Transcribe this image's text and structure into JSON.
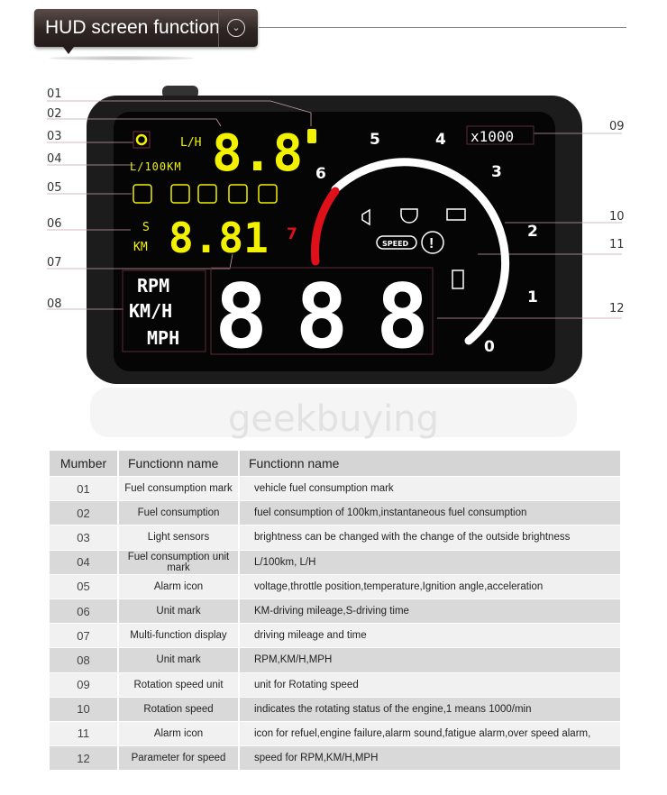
{
  "header": {
    "title": "HUD screen function",
    "expand_icon": "chevron-down-circle-icon"
  },
  "device": {
    "callouts_left": [
      "01",
      "02",
      "03",
      "04",
      "05",
      "06",
      "07",
      "08"
    ],
    "callouts_right": [
      "09",
      "10",
      "11",
      "12"
    ],
    "fuel_display": "8.8",
    "fuel_units": {
      "lh": "L/H",
      "l100km": "L/100KM"
    },
    "trip_units": {
      "s": "S",
      "km": "KM"
    },
    "trip_display": "8.81",
    "speed_units": [
      "RPM",
      "KM/H",
      "MPH"
    ],
    "speed_display": "888",
    "rpm_multiplier": "x1000",
    "gauge_labels": [
      "0",
      "1",
      "2",
      "3",
      "4",
      "5",
      "6",
      "7"
    ],
    "speed_alarm_badge": "SPEED",
    "watermark": "geekbuying",
    "colors": {
      "yellow": "#f2f200",
      "red": "#e0101a",
      "white": "#ffffff",
      "bezel": "#1a1a1a"
    }
  },
  "table": {
    "headers": [
      "Mumber",
      "Functionn name",
      "Functionn name"
    ],
    "rows": [
      [
        "01",
        "Fuel consumption mark",
        "vehicle fuel consumption mark"
      ],
      [
        "02",
        "Fuel consumption",
        "fuel consumption of 100km,instantaneous fuel consumption"
      ],
      [
        "03",
        "Light sensors",
        "brightness can be changed with the change of the outside brightness"
      ],
      [
        "04",
        "Fuel consumption unit mark",
        "L/100km, L/H"
      ],
      [
        "05",
        "Alarm icon",
        "voltage,throttle position,temperature,Ignition angle,acceleration"
      ],
      [
        "06",
        "Unit mark",
        "KM-driving mileage,S-driving time"
      ],
      [
        "07",
        "Multi-function display",
        "driving mileage and time"
      ],
      [
        "08",
        "Unit mark",
        "RPM,KM/H,MPH"
      ],
      [
        "09",
        "Rotation speed unit",
        "unit for Rotating speed"
      ],
      [
        "10",
        "Rotation speed",
        "indicates the rotating status of the engine,1 means 1000/min"
      ],
      [
        "11",
        "Alarm icon",
        "icon for refuel,engine failure,alarm sound,fatigue alarm,over speed alarm,"
      ],
      [
        "12",
        "Parameter for speed",
        "speed for RPM,KM/H,MPH"
      ]
    ]
  }
}
